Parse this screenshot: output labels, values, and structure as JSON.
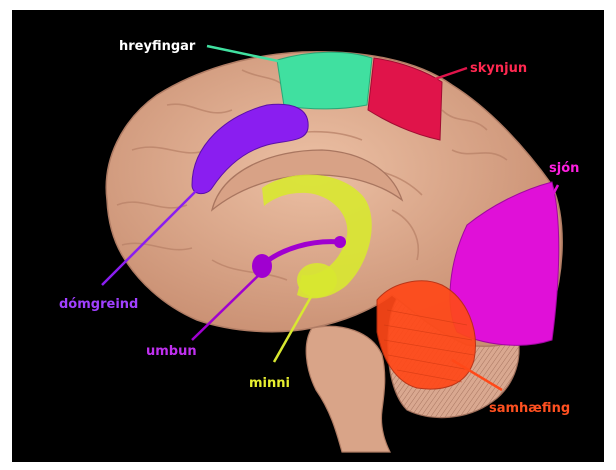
{
  "labels": {
    "motor": "hreyfingar",
    "sensory": "skynjun",
    "vision": "sjón",
    "judgment": "dómgreind",
    "reward": "umbun",
    "memory": "minni",
    "coordination": "samhæfing"
  },
  "colors": {
    "background": "#000000",
    "brain": "#e0aa8c",
    "motor": "#40e0a0",
    "sensory": "#e0144a",
    "vision": "#e010d8",
    "judgment": "#8a1ef0",
    "reward": "#a000d0",
    "memory": "#d8e830",
    "coordination": "#ff4818",
    "motor_label": "#ffffff",
    "sensory_label": "#ff2850",
    "vision_label": "#ff20e0",
    "judgment_label": "#a040ff",
    "reward_label": "#c030f0",
    "memory_label": "#e8f030",
    "coordination_label": "#ff5020"
  }
}
